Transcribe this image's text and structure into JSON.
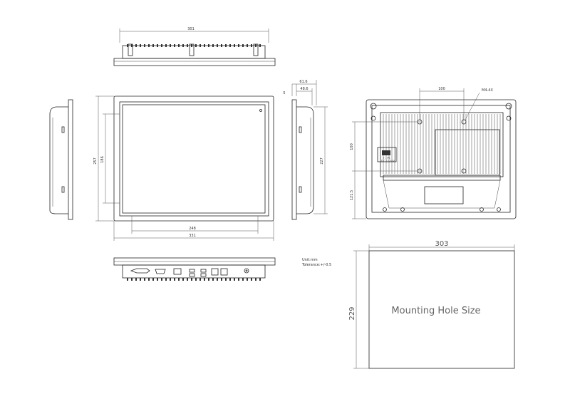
{
  "top_view": {
    "width_dim": "301"
  },
  "front_view": {
    "width_dim": "248",
    "outer_width_dim": "331",
    "height_dim": "257",
    "inner_height_dim": "186"
  },
  "side_view": {
    "depth_dim": "61.6",
    "depth2_dim": "48.6",
    "panel_dim": "5",
    "height_dim": "227"
  },
  "rear_view": {
    "spacing_h": "100",
    "screw_label": "M4-4X",
    "spacing_v": "100",
    "offset_v": "121.5",
    "power_label": "+ - PE",
    "power_rating": "DC 12-30V"
  },
  "notes": {
    "unit": "Unit:mm",
    "tolerance": "Tolerance:+/-0.5"
  },
  "mounting": {
    "title": "Mounting Hole Size",
    "width_dim": "303",
    "height_dim": "229"
  }
}
